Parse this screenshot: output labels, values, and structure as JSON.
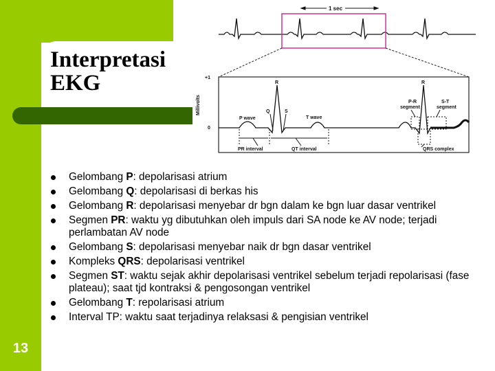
{
  "slide": {
    "title_line1": "Interpretasi",
    "title_line2": "EKG",
    "number": "13",
    "colors": {
      "accent_green": "#99CC00",
      "dark_green": "#336600",
      "highlight_box": "#CC3399"
    }
  },
  "figure": {
    "strip_label": "1 sec",
    "y_axis_label": "Millivolts",
    "y_tick_top": "+1",
    "y_tick_zero": "0",
    "labels": {
      "r1": "R",
      "q": "Q",
      "s": "S",
      "p_wave": "P wave",
      "t_wave": "T wave",
      "pr_interval": "PR interval",
      "qt_interval": "QT interval",
      "r2": "R",
      "pr_segment_1": "P-R",
      "pr_segment_2": "segment",
      "st_segment_1": "S-T",
      "st_segment_2": "segment",
      "qrs_complex": "QRS complex"
    }
  },
  "bullets": [
    {
      "prefix": "Gelombang ",
      "bold": "P",
      "suffix": ": depolarisasi atrium"
    },
    {
      "prefix": "Gelombang ",
      "bold": "Q",
      "suffix": ": depolarisasi di berkas his"
    },
    {
      "prefix": "Gelombang ",
      "bold": "R",
      "suffix": ": depolarisasi menyebar dr bgn dalam ke bgn luar dasar ventrikel"
    },
    {
      "prefix": "Segmen ",
      "bold": "PR",
      "suffix": ": waktu yg dibutuhkan oleh impuls dari SA node ke AV node; terjadi perlambatan AV node"
    },
    {
      "prefix": "Gelombang ",
      "bold": "S",
      "suffix": ": depolarisasi menyebar naik dr bgn dasar ventrikel"
    },
    {
      "prefix": "Kompleks ",
      "bold": "QRS",
      "suffix": ": depolarisasi ventrikel"
    },
    {
      "prefix": "Segmen ",
      "bold": "ST",
      "suffix": ": waktu sejak akhir depolarisasi ventrikel sebelum terjadi repolarisasi (fase plateau); saat tjd kontraksi & pengosongan ventrikel"
    },
    {
      "prefix": "Gelombang ",
      "bold": "T",
      "suffix": ": repolarisasi atrium"
    },
    {
      "prefix": "Interval TP: waktu saat terjadinya relaksasi & pengisian ventrikel",
      "bold": "",
      "suffix": ""
    }
  ]
}
